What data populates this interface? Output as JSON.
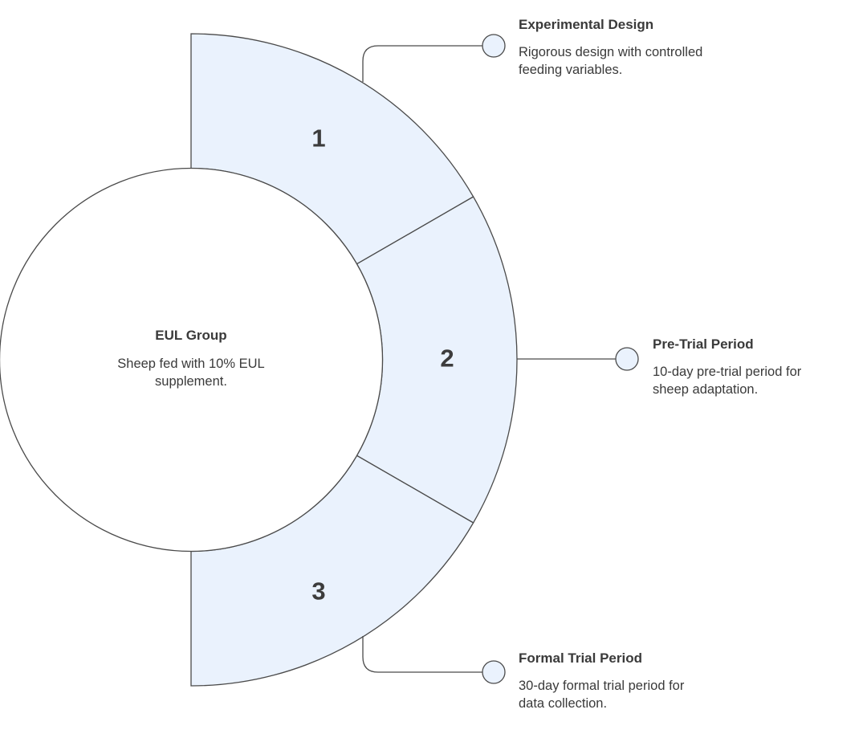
{
  "center": {
    "title": "EUL Group",
    "description": "Sheep fed with 10% EUL supplement."
  },
  "segments": [
    {
      "number": "1",
      "title": "Experimental Design",
      "description": "Rigorous design with controlled feeding variables."
    },
    {
      "number": "2",
      "title": "Pre-Trial Period",
      "description": "10-day pre-trial period for sheep adaptation."
    },
    {
      "number": "3",
      "title": "Formal Trial Period",
      "description": "30-day formal trial period for data collection."
    }
  ],
  "colors": {
    "segment_fill": "#eaf2fd",
    "outline": "#4a4a4a",
    "text": "#3a3a3a"
  }
}
